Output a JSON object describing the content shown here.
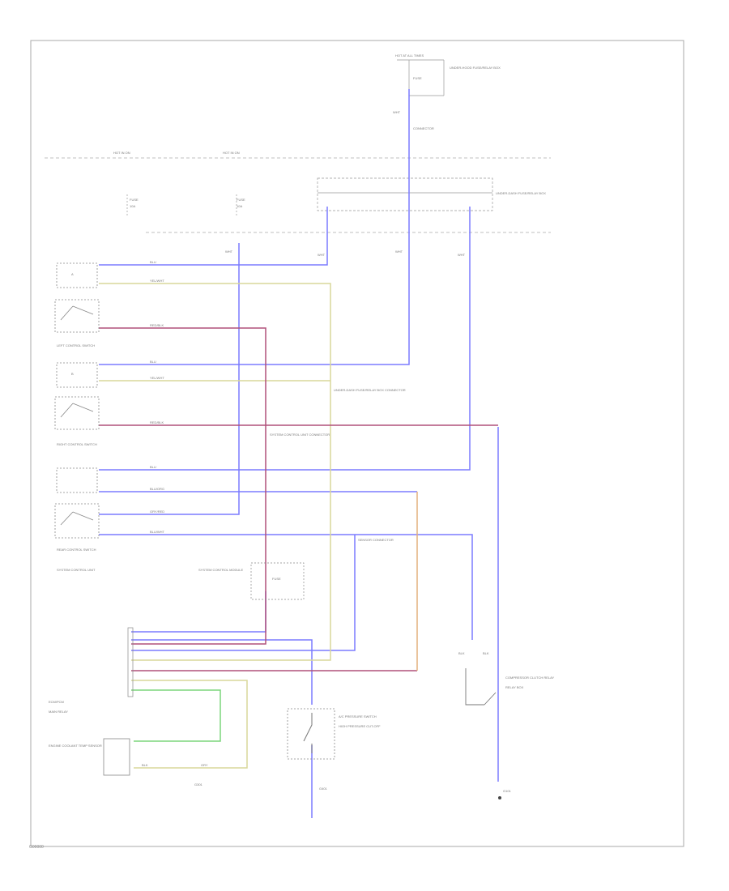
{
  "diagram": {
    "footer_code": "G00000",
    "colors": {
      "blue_wire": "#7b7bff",
      "yellow_wire": "#d9d79a",
      "red_wire": "#b0507a",
      "orange_wire": "#e3b07d",
      "green_wire": "#7bd67b",
      "frame": "#aaaaaa",
      "component": "#888888"
    },
    "labels": {
      "top_source": "HOT AT ALL TIMES",
      "top_fuse": "FUSE",
      "top_box": "UNDER-HOOD FUSE/RELAY BOX",
      "wire_a": "WHT",
      "hot_left": "HOT IN ON",
      "hot_mid": "HOT IN ON",
      "fuse_a": "FUSE",
      "fuse_b": "FUSE",
      "fuse_a2": "10A",
      "fuse_b2": "10A",
      "junction_box": "UNDER-DASH FUSE/RELAY BOX",
      "wire_lbl_1": "WHT",
      "wire_lbl_2": "WHT",
      "wire_lbl_3": "WHT",
      "wire_lbl_4": "WHT",
      "switch1_name": "LEFT CONTROL SWITCH",
      "switch2_name": "RIGHT CONTROL SWITCH",
      "switch3_name": "REAR CONTROL SWITCH",
      "switch3_note": "SYSTEM CONTROL UNIT",
      "sw_a": "A",
      "sw_b": "B",
      "wire_blu1": "BLU",
      "wire_yel1": "YEL/WHT",
      "wire_red1": "RED/BLK",
      "wire_blu2": "BLU",
      "wire_yel2": "YEL/WHT",
      "wire_red2": "RED/BLK",
      "wire_blu3": "BLU",
      "wire_org3": "BLU/ORG",
      "wire_grn3": "GRY/RED",
      "wire_blu4": "BLU/WHT",
      "note_1": "UNDER-DASH FUSE/RELAY BOX CONNECTOR",
      "note_2": "SYSTEM CONTROL UNIT CONNECTOR",
      "note_3": "SENSOR CONNECTOR",
      "module_name": "SYSTEM CONTROL MODULE",
      "module_fuse": "FUSE",
      "ecu_name": "ECM/PCM",
      "ecu_note": "MAIN RELAY",
      "sensor_name": "ENGINE COOLANT TEMP SENSOR",
      "wire_bot_1": "BLK",
      "wire_bot_2": "GRY",
      "ground_left": "G301",
      "pressure_switch": "A/C PRESSURE SWITCH",
      "pressure_note": "HIGH PRESSURE CUT-OFF",
      "ground_mid": "G401",
      "relay_name": "COMPRESSOR CLUTCH RELAY",
      "relay_note": "RELAY BOX",
      "ground_right": "G101",
      "wire_right_1": "BLK",
      "wire_right_2": "BLK",
      "connector_note": "CONNECTOR"
    }
  }
}
